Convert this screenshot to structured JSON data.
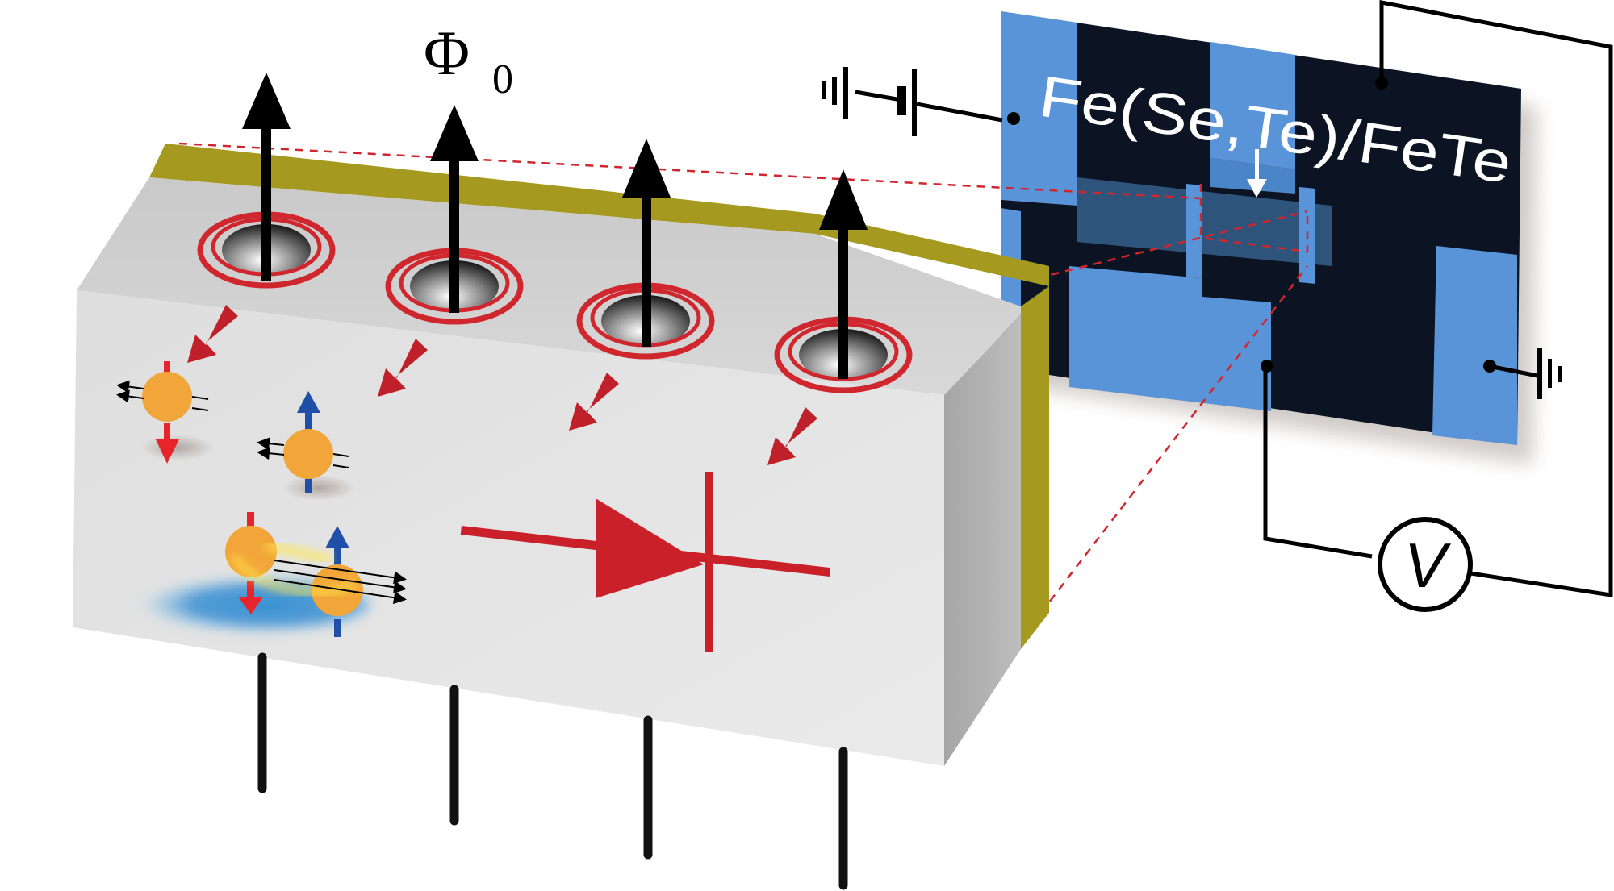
{
  "figure": {
    "flux_quantum_label": {
      "symbol": "Φ",
      "subscript": "0"
    },
    "device_label": "Fe(Se,Te)/FeTe",
    "voltmeter_label": "V",
    "components": {
      "superconductor_block": "Superconducting slab with Abrikosov vortices",
      "vortex_count": 4,
      "diode_symbol": "Diode (non-reciprocal transport)",
      "spin_particles": [
        "spin-down electron",
        "spin-up electron",
        "Cooper pair"
      ],
      "circuit": [
        "DC source",
        "ground (right)",
        "voltmeter"
      ]
    },
    "colors": {
      "vortex_ring": "#d0262d",
      "diode": "#c9202a",
      "spin_down_arrow": "#e8242b",
      "spin_up_arrow": "#1f4fa8",
      "electron": "#f2a63a",
      "top_gold_layer": "#a59a1f",
      "block_face": "#e3e3e3",
      "block_top": "#cfcfcf",
      "micrograph_blue": "#5a94d8",
      "micrograph_dark": "#0c1424",
      "wire": "#000000",
      "projection_dash": "#d0262d"
    }
  }
}
